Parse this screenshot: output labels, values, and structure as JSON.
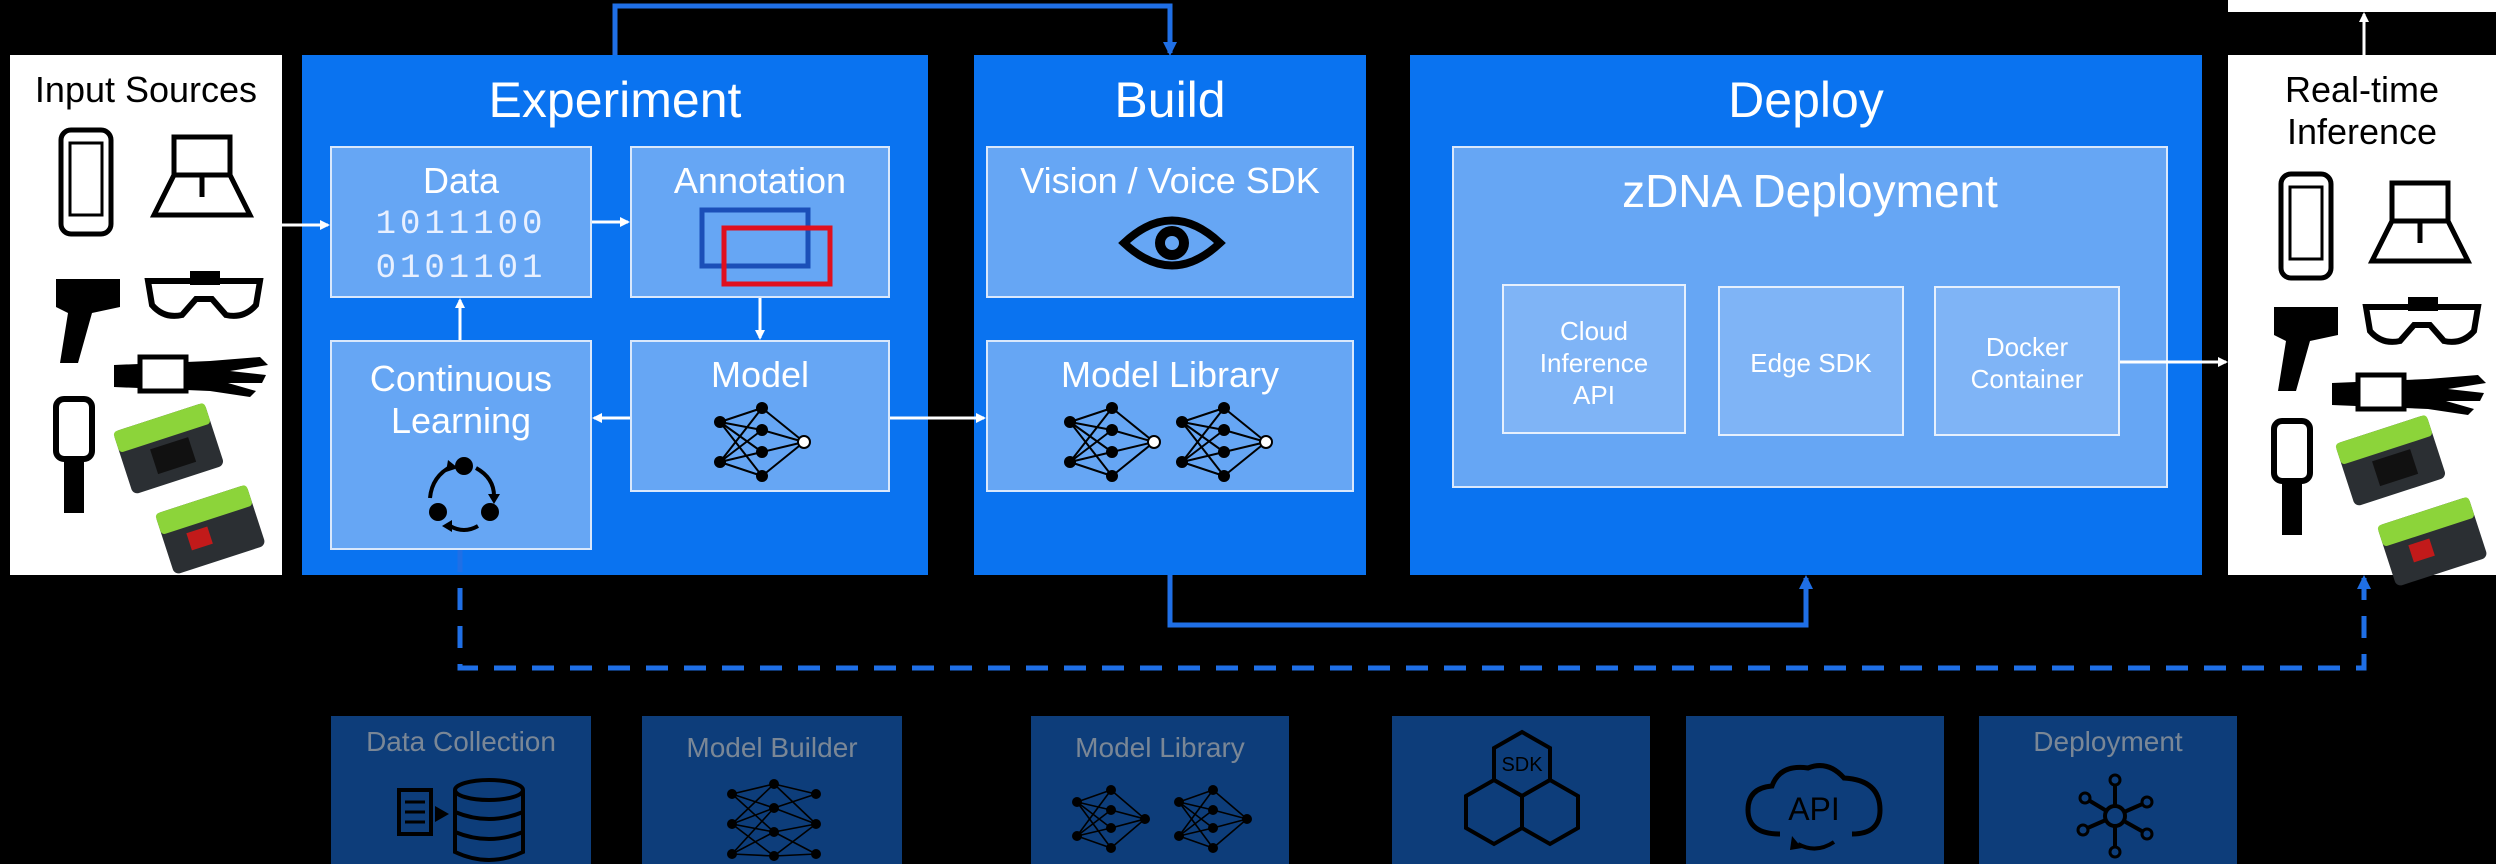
{
  "input_sources": {
    "title": "Input Sources"
  },
  "experiment": {
    "title": "Experiment",
    "data_label": "Data",
    "binary_line1": "1011100",
    "binary_line2": "0101101",
    "annotation_label": "Annotation",
    "continuous_label_line1": "Continuous",
    "continuous_label_line2": "Learning",
    "model_label": "Model"
  },
  "build": {
    "title": "Build",
    "vision_label": "Vision / Voice SDK",
    "model_library_label": "Model Library"
  },
  "deploy": {
    "title": "Deploy",
    "zdna_title": "zDNA Deployment",
    "cloud_line1": "Cloud",
    "cloud_line2": "Inference",
    "cloud_line3": "API",
    "edge_label": "Edge SDK",
    "docker_line1": "Docker",
    "docker_line2": "Container"
  },
  "realtime": {
    "title_line1": "Real-time",
    "title_line2": "Inference"
  },
  "tiles": {
    "data_collection": "Data Collection",
    "model_builder": "Model Builder",
    "model_library": "Model Library",
    "sdk": "SDK",
    "api": "API",
    "deployment": "Deployment"
  },
  "colors": {
    "panel_blue": "#0a73f0",
    "sub_blue": "#66a6f4",
    "tile_navy": "#0d3d7a",
    "connector_blue": "#1f6fe6",
    "annotation_red": "#e0101e"
  }
}
